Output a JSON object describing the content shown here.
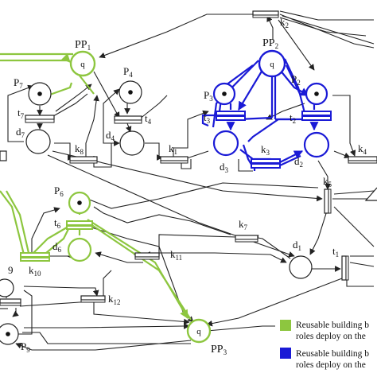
{
  "diagram": {
    "places": {
      "PP1": {
        "name": "PP",
        "sub": "1",
        "token": "q"
      },
      "PP2": {
        "name": "PP",
        "sub": "2",
        "token": "q"
      },
      "PP3": {
        "name": "PP",
        "sub": "3",
        "token": "q"
      },
      "P2": {
        "name": "P",
        "sub": "2"
      },
      "P3": {
        "name": "P",
        "sub": "3"
      },
      "P4": {
        "name": "P",
        "sub": "4"
      },
      "P6": {
        "name": "P",
        "sub": "6"
      },
      "P7": {
        "name": "P",
        "sub": "7"
      },
      "P9": {
        "name": "P",
        "sub": "9"
      },
      "d1": {
        "name": "d",
        "sub": "1"
      },
      "d2": {
        "name": "d",
        "sub": "2"
      },
      "d3": {
        "name": "d",
        "sub": "3"
      },
      "d4": {
        "name": "d",
        "sub": "4"
      },
      "d6": {
        "name": "d",
        "sub": "6"
      },
      "d7": {
        "name": "d",
        "sub": "7"
      }
    },
    "transitions": {
      "t1": {
        "name": "t",
        "sub": "1"
      },
      "t2": {
        "name": "t",
        "sub": "2"
      },
      "t3": {
        "name": "t",
        "sub": "3"
      },
      "t4": {
        "name": "t",
        "sub": "4"
      },
      "t6": {
        "name": "t",
        "sub": "6"
      },
      "t7": {
        "name": "t",
        "sub": "7"
      },
      "k1": {
        "name": "k",
        "sub": "1"
      },
      "k2": {
        "name": "k",
        "sub": "2"
      },
      "k3": {
        "name": "k",
        "sub": "3"
      },
      "k4": {
        "name": "k",
        "sub": "4"
      },
      "k5": {
        "name": "k",
        "sub": "5"
      },
      "k7": {
        "name": "k",
        "sub": "7"
      },
      "k8": {
        "name": "k",
        "sub": "8"
      },
      "k10": {
        "name": "k",
        "sub": "10"
      },
      "k11": {
        "name": "k",
        "sub": "11"
      },
      "k12": {
        "name": "k",
        "sub": "12"
      }
    },
    "partial_label_9": "9",
    "colors": {
      "green": "#8dc63f",
      "blue": "#1a1ad6",
      "black": "#222222"
    }
  },
  "legend": {
    "green": {
      "line1": "Reusable building b",
      "line2": "roles deploy on the"
    },
    "blue": {
      "line1": "Reusable building b",
      "line2": "roles deploy on the"
    }
  }
}
